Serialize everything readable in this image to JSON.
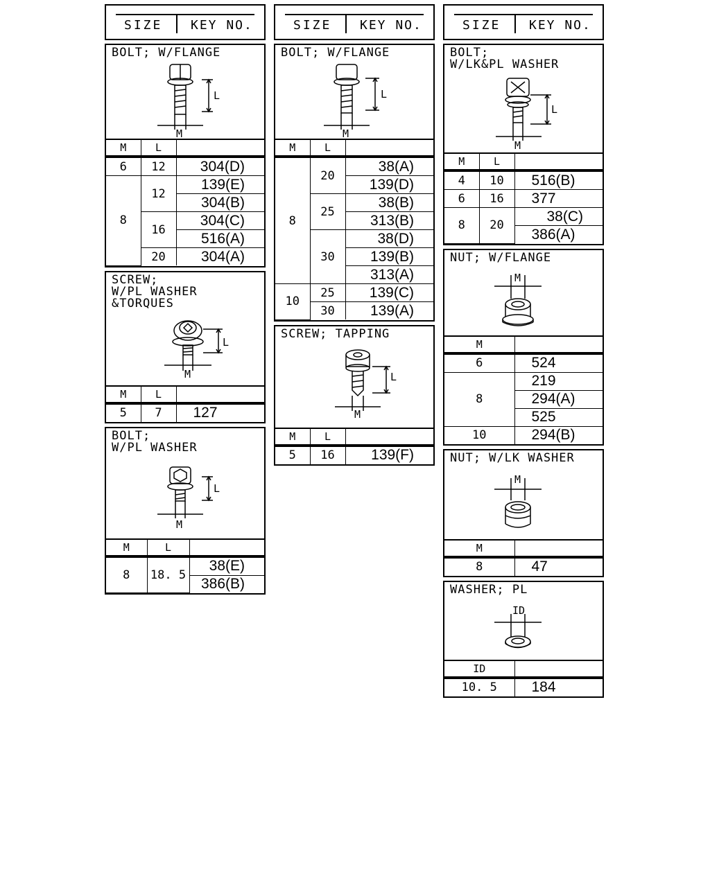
{
  "header": {
    "size": "SIZE",
    "key_no": "KEY NO."
  },
  "labels": {
    "m": "M",
    "l": "L",
    "id": "ID"
  },
  "sections": {
    "bolt_flange_1": {
      "title": "BOLT; W/FLANGE",
      "cols": [
        "M",
        "L",
        ""
      ],
      "rows": [
        {
          "m": "6",
          "l": "12",
          "key": "304(D)"
        },
        {
          "m": "8",
          "l": "12",
          "key": "139(E)"
        },
        {
          "m": "",
          "l": "",
          "key": "304(B)"
        },
        {
          "m": "",
          "l": "16",
          "key": "304(C)"
        },
        {
          "m": "",
          "l": "",
          "key": "516(A)"
        },
        {
          "m": "",
          "l": "20",
          "key": "304(A)"
        }
      ]
    },
    "screw_torques": {
      "title": "SCREW;\nW/PL WASHER\n&TORQUES",
      "cols": [
        "M",
        "L",
        ""
      ],
      "rows": [
        {
          "m": "5",
          "l": "7",
          "key": "127"
        }
      ]
    },
    "bolt_pl_washer": {
      "title": "BOLT;\nW/PL WASHER",
      "cols": [
        "M",
        "L",
        ""
      ],
      "rows": [
        {
          "m": "8",
          "l": "18. 5",
          "key": "38(E)"
        },
        {
          "m": "",
          "l": "",
          "key": "386(B)"
        }
      ]
    },
    "bolt_flange_2": {
      "title": "BOLT; W/FLANGE",
      "cols": [
        "M",
        "L",
        ""
      ],
      "rows": [
        {
          "m": "8",
          "l": "20",
          "key": "38(A)"
        },
        {
          "m": "",
          "l": "",
          "key": "139(D)"
        },
        {
          "m": "",
          "l": "25",
          "key": "38(B)"
        },
        {
          "m": "",
          "l": "",
          "key": "313(B)"
        },
        {
          "m": "",
          "l": "30",
          "key": "38(D)"
        },
        {
          "m": "",
          "l": "",
          "key": "139(B)"
        },
        {
          "m": "",
          "l": "",
          "key": "313(A)"
        },
        {
          "m": "10",
          "l": "25",
          "key": "139(C)"
        },
        {
          "m": "",
          "l": "30",
          "key": "139(A)"
        }
      ]
    },
    "screw_tapping": {
      "title": "SCREW; TAPPING",
      "cols": [
        "M",
        "L",
        ""
      ],
      "rows": [
        {
          "m": "5",
          "l": "16",
          "key": "139(F)"
        }
      ]
    },
    "bolt_lk_pl": {
      "title": "BOLT;\nW/LK&PL WASHER",
      "cols": [
        "M",
        "L",
        ""
      ],
      "rows": [
        {
          "m": "4",
          "l": "10",
          "key": "516(B)"
        },
        {
          "m": "6",
          "l": "16",
          "key": "377"
        },
        {
          "m": "8",
          "l": "20",
          "key": "38(C)"
        },
        {
          "m": "",
          "l": "",
          "key": "386(A)"
        }
      ]
    },
    "nut_flange": {
      "title": "NUT; W/FLANGE",
      "cols": [
        "M",
        ""
      ],
      "rows": [
        {
          "m": "6",
          "key": "524"
        },
        {
          "m": "8",
          "key": "219"
        },
        {
          "m": "",
          "key": "294(A)"
        },
        {
          "m": "",
          "key": "525"
        },
        {
          "m": "10",
          "key": "294(B)"
        }
      ]
    },
    "nut_lk": {
      "title": "NUT; W/LK WASHER",
      "cols": [
        "M",
        ""
      ],
      "rows": [
        {
          "m": "8",
          "key": "47"
        }
      ]
    },
    "washer_pl": {
      "title": "WASHER; PL",
      "cols": [
        "ID",
        ""
      ],
      "rows": [
        {
          "m": "10. 5",
          "key": "184"
        }
      ]
    }
  }
}
